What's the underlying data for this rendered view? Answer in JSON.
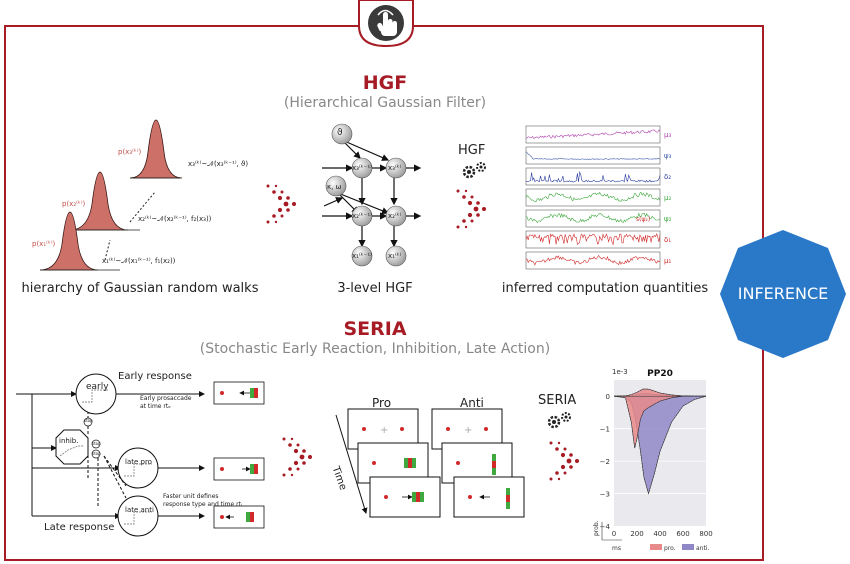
{
  "hgf": {
    "title": "HGF",
    "subtitle": "(Hierarchical Gaussian Filter)",
    "caption_walks": "hierarchy of Gaussian random walks",
    "caption_model": "3-level HGF",
    "caption_quantities": "inferred computation quantities",
    "arrow_label": "HGF",
    "level_labels": [
      "p(x₃⁽ᵏ⁾)",
      "p(x₂⁽ᵏ⁾)",
      "p(x₁⁽ᵏ⁾)"
    ],
    "equations": [
      "x₃⁽ᵏ⁾~𝒩(x₃⁽ᵏ⁻¹⁾, ϑ)",
      "x₂⁽ᵏ⁾~𝒩(x₂⁽ᵏ⁻¹⁾, f₂(x₃))",
      "x₁⁽ᵏ⁾~𝒩(x₁⁽ᵏ⁻¹⁾, f₁(x₂))"
    ],
    "nodes": [
      "ϑ",
      "κ, ω",
      "x₃⁽ᵏ⁻¹⁾",
      "x₃⁽ᵏ⁾",
      "x₂⁽ᵏ⁻¹⁾",
      "x₂⁽ᵏ⁾",
      "x₁⁽ᵏ⁻¹⁾",
      "x₁⁽ᵏ⁾"
    ],
    "trace_labels": [
      "μ₃",
      "ψ₃",
      "δ₂",
      "μ₂",
      "ψ₂",
      "δ₁",
      "μ₁"
    ],
    "trace_colors": [
      "#b044b0",
      "#3a5aa8",
      "#2c3fa0",
      "#3fa83f",
      "#3fa83f",
      "#d02a2a",
      "#d02a2a"
    ],
    "trace_side_label": "s(ψ₂)"
  },
  "inference": {
    "label": "INFERENCE",
    "color": "#2a78c8"
  },
  "seria": {
    "title": "SERIA",
    "subtitle": "(Stochastic Early Reaction, Inhibition, Late Action)",
    "early_response": "Early response",
    "late_response": "Late response",
    "units": [
      "early",
      "inhib.",
      "late pro",
      "late anti"
    ],
    "stop_labels": [
      "stop",
      "stop",
      "stop"
    ],
    "note_early": [
      "Early prosaccade",
      "at time rtₑ"
    ],
    "note_late": [
      "Faster unit defines",
      "response type and time rtₗ"
    ],
    "trial_pro": "Pro",
    "trial_anti": "Anti",
    "time_label": "Time",
    "arrow_label": "SERIA"
  },
  "chart_data": {
    "type": "area",
    "title": "PP20",
    "scale_label": "1e-3",
    "ylabel": "prob.",
    "xlabel": "ms",
    "xlim": [
      0,
      800
    ],
    "ylim": [
      -4,
      0.5
    ],
    "x_ticks": [
      "0",
      "200",
      "400",
      "600",
      "800"
    ],
    "y_ticks": [
      "0",
      "−1",
      "−2",
      "−3",
      "−4"
    ],
    "legend": [
      "pro.",
      "anti."
    ],
    "colors": [
      "#e88a8a",
      "#8f88c8"
    ],
    "series": [
      {
        "name": "pro.",
        "x": [
          0,
          100,
          150,
          180,
          200,
          230,
          260,
          300,
          350,
          400,
          500,
          600,
          700,
          800
        ],
        "y": [
          0,
          -0.05,
          -0.8,
          -1.6,
          -1.3,
          -0.7,
          -0.45,
          -0.35,
          -0.25,
          -0.15,
          -0.05,
          0,
          0,
          0
        ]
      },
      {
        "name": "anti.",
        "x": [
          0,
          100,
          150,
          180,
          200,
          230,
          260,
          300,
          350,
          400,
          500,
          600,
          700,
          800
        ],
        "y": [
          0,
          -0.02,
          -0.2,
          -0.6,
          -1.0,
          -1.7,
          -2.5,
          -3.0,
          -2.4,
          -1.7,
          -0.8,
          -0.3,
          -0.1,
          0
        ]
      },
      {
        "name": "pro.",
        "x": [
          0,
          100,
          150,
          200,
          250,
          300,
          350,
          400,
          500,
          600,
          700,
          800
        ],
        "y": [
          0,
          0.01,
          0.05,
          0.12,
          0.22,
          0.22,
          0.16,
          0.1,
          0.04,
          0.01,
          0,
          0
        ]
      },
      {
        "name": "anti.",
        "x": [
          0,
          100,
          150,
          200,
          250,
          300,
          350,
          400,
          500,
          600,
          700,
          800
        ],
        "y": [
          0,
          0.01,
          0.02,
          0.05,
          0.08,
          0.08,
          0.06,
          0.04,
          0.02,
          0.01,
          0,
          0
        ]
      }
    ]
  }
}
